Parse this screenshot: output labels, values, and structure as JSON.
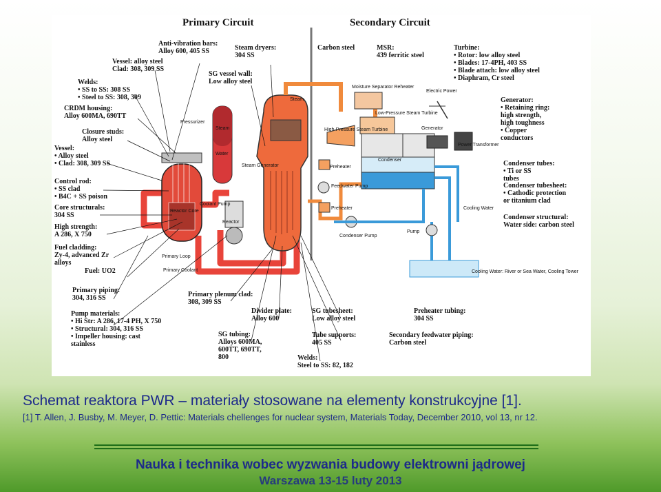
{
  "figure": {
    "primary_header": "Primary Circuit",
    "secondary_header": "Secondary Circuit",
    "left_labels": [
      [
        "Anti-vibration bars:",
        "Alloy 600, 405 SS"
      ],
      [
        "Vessel: alloy steel",
        "Clad: 308, 309 SS"
      ],
      [
        "Welds:",
        "• SS to SS: 308 SS",
        "• Steel to SS: 308, 309"
      ],
      [
        "CRDM housing:",
        "Alloy 600MA, 690TT"
      ],
      [
        "Closure studs:",
        "Alloy steel"
      ],
      [
        "Vessel:",
        "• Alloy steel",
        "• Clad: 308, 309 SS"
      ],
      [
        "Control rod:",
        "• SS clad",
        "• B4C + SS poison"
      ],
      [
        "Core structurals:",
        "304 SS"
      ],
      [
        "High strength:",
        "A 286, X 750"
      ],
      [
        "Fuel cladding:",
        "Zy-4, advanced Zr",
        "alloys"
      ],
      [
        "Fuel: UO2"
      ],
      [
        "Primary piping:",
        "304, 316 SS"
      ],
      [
        "Pump materials:",
        "• Hi Str: A 286, 17-4 PH, X 750",
        "• Structural: 304, 316 SS",
        "• Impeller housing: cast",
        "stainless"
      ]
    ],
    "center_labels": [
      [
        "Steam dryers:",
        "304 SS"
      ],
      [
        "SG vessel wall:",
        "Low alloy steel"
      ],
      [
        "Primary plenum clad:",
        "308, 309 SS"
      ],
      [
        "Divider plate:",
        "Alloy 600"
      ],
      [
        "SG tubing:",
        "Alloys 600MA,",
        "600TT, 690TT,",
        "800"
      ],
      [
        "SG tubesheet:",
        "Low alloy steel"
      ],
      [
        "Tube supports:",
        "405 SS"
      ],
      [
        "Welds:",
        "Steel to SS: 82, 182"
      ]
    ],
    "right_labels": [
      [
        "Carbon steel"
      ],
      [
        "MSR:",
        "439 ferritic steel"
      ],
      [
        "Turbine:",
        "• Rotor: low alloy steel",
        "• Blades: 17-4PH, 403 SS",
        "• Blade attach: low alloy steel",
        "• Diaphram, Cr steel"
      ],
      [
        "Generator:",
        "• Retaining ring:",
        "high strength,",
        "high toughness",
        "• Copper",
        "conductors"
      ],
      [
        "Condenser tubes:",
        "• Ti or SS",
        "tubes"
      ],
      [
        "Condenser tubesheet:",
        "• Cathodic protection",
        "or titanium clad"
      ],
      [
        "Condenser structural:",
        "Water side: carbon steel"
      ],
      [
        "Preheater tubing:",
        "304 SS"
      ],
      [
        "Secondary feedwater piping:",
        "Carbon steel"
      ]
    ],
    "component_labels": {
      "pressurizer": "Pressurizer",
      "steam_in_pressurizer": "Steam",
      "water_in_pressurizer": "Water",
      "reactor_core": "Reactor Core",
      "reactor": "Reactor",
      "coolant_pump": "Coolant Pump",
      "primary_loop": "Primary Loop",
      "primary_coolant": "Primary Coolant",
      "steam": "Steam",
      "steam_generator": "Steam Generator",
      "moisture_separator": "Moisture Separator Reheater",
      "hp_turbine": "High-Pressure Steam Turbine",
      "lp_turbine": "Low-Pressure Steam Turbine",
      "electric_power": "Electric Power",
      "generator": "Generator",
      "power_transformer": "Power Transformer",
      "preheater_1": "Preheater",
      "feedwater_pump": "Feedwater Pump",
      "preheater_2": "Preheater",
      "condenser": "Condenser",
      "condenser_pump": "Condenser Pump",
      "cooling_water": "Cooling Water",
      "pump": "Pump",
      "cooling_source": "Cooling Water: River or Sea Water, Cooling Tower"
    },
    "colors": {
      "primary_loop": "#e8443a",
      "secondary_loop": "#f08a3c",
      "cooling_water": "#3a9ad9",
      "divider": "#777777"
    }
  },
  "caption": "Schemat reaktora PWR – materiały stosowane na elementy konstrukcyjne [1].",
  "reference": "[1] T. Allen, J. Busby, M. Meyer, D. Pettic: Materials chellenges for nuclear system, Materials Today, December  2010,  vol 13, nr 12.",
  "footer": {
    "line1": "Nauka i technika wobec wyzwania budowy elektrowni jądrowej",
    "line2": "Warszawa 13-15 luty 2013"
  }
}
